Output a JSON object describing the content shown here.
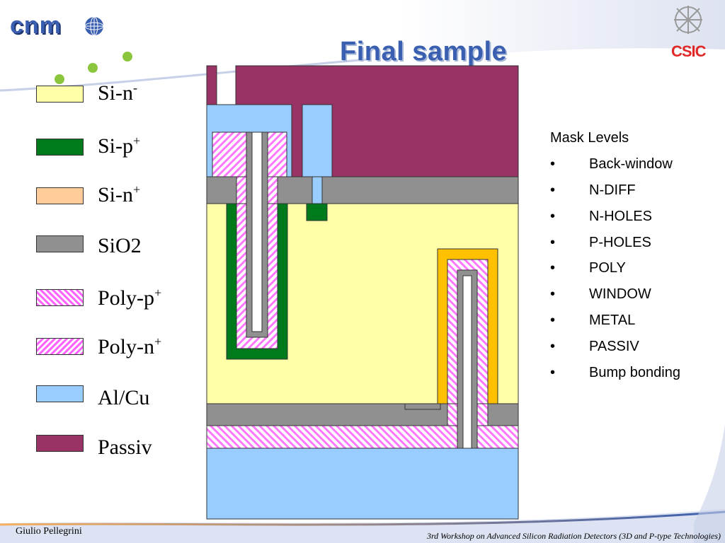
{
  "header": {
    "title": "Final sample",
    "logo_left_text": "cnm",
    "logo_right_text": "CSIC"
  },
  "legend": [
    {
      "label": "Si-n",
      "sup": "-",
      "color": "#ffffa8"
    },
    {
      "label": "Si-p",
      "sup": "+",
      "color": "#007a1a"
    },
    {
      "label": "Si-n",
      "sup": "+",
      "color": "#ffcc9a"
    },
    {
      "label": "SiO2",
      "sup": "",
      "color": "#909090"
    },
    {
      "label": "Poly-p",
      "sup": "+",
      "color": "#ff66ff"
    },
    {
      "label": "Poly-n",
      "sup": "+",
      "color": "#ff66ff"
    },
    {
      "label": "Al/Cu",
      "sup": "",
      "color": "#99ccff"
    },
    {
      "label": "Passiv",
      "sup": "",
      "color": "#993366"
    }
  ],
  "mask_levels": {
    "title": "Mask Levels",
    "items": [
      "Back-window",
      "N-DIFF",
      "N-HOLES",
      "P-HOLES",
      "POLY",
      "WINDOW",
      "METAL",
      "PASSIV",
      "Bump bonding"
    ]
  },
  "footer": {
    "author": "Giulio Pellegrini",
    "event": "3rd Workshop on Advanced Silicon Radiation Detectors (3D and P-type Technologies)"
  },
  "colors": {
    "si_n_minus": "#ffffa8",
    "si_p_plus": "#007a1a",
    "si_n_plus": "#ffcc9a",
    "sio2": "#909090",
    "poly": "#ff66ff",
    "alcu": "#99ccff",
    "passiv": "#993366",
    "metal_gold": "#ffc000",
    "title_blue": "#3a5fb0"
  }
}
